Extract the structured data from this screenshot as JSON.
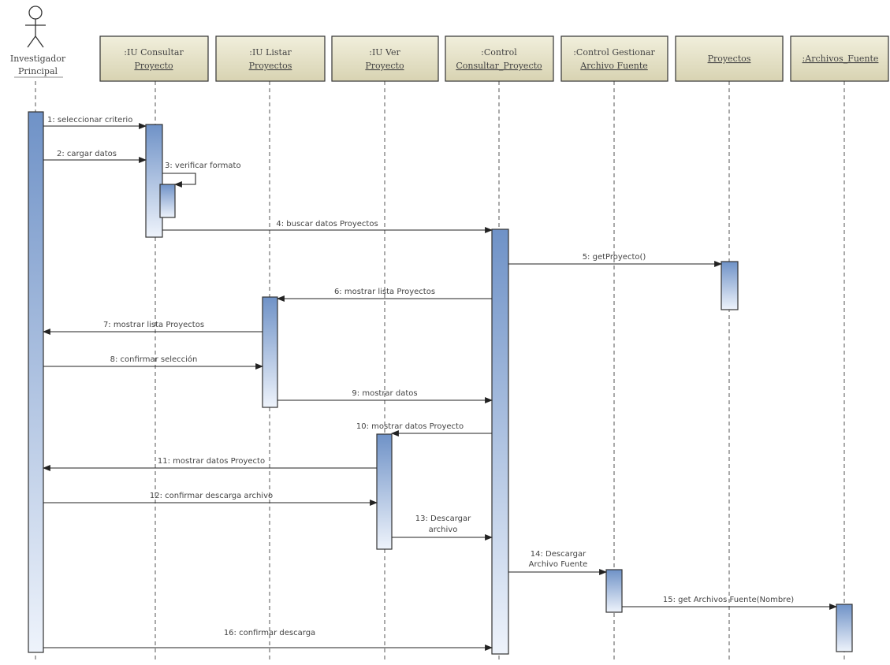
{
  "actor": {
    "name_line1": "Investigador",
    "name_line2": "Principal"
  },
  "participants": [
    {
      "line1": ":IU Consultar",
      "line2": "Proyecto"
    },
    {
      "line1": ":IU Listar",
      "line2": "Proyectos"
    },
    {
      "line1": ":IU Ver",
      "line2": "Proyecto"
    },
    {
      "line1": ":Control",
      "line2": "Consultar_Proyecto"
    },
    {
      "line1": ":Control Gestionar",
      "line2": "Archivo Fuente"
    },
    {
      "line1": "Proyectos",
      "line2": ""
    },
    {
      "line1": ":Archivos_Fuente",
      "line2": ""
    }
  ],
  "messages": [
    {
      "line1": "1: seleccionar criterio",
      "line2": ""
    },
    {
      "line1": "2: cargar datos",
      "line2": ""
    },
    {
      "line1": "3: verificar formato",
      "line2": ""
    },
    {
      "line1": "4: buscar datos Proyectos",
      "line2": ""
    },
    {
      "line1": "5: getProyecto()",
      "line2": ""
    },
    {
      "line1": "6: mostrar lista Proyectos",
      "line2": ""
    },
    {
      "line1": "7: mostrar lista Proyectos",
      "line2": ""
    },
    {
      "line1": "8: confirmar selección",
      "line2": ""
    },
    {
      "line1": "9: mostrar datos",
      "line2": ""
    },
    {
      "line1": "10: mostrar datos Proyecto",
      "line2": ""
    },
    {
      "line1": "11: mostrar datos Proyecto",
      "line2": ""
    },
    {
      "line1": "12: confirmar descarga archivo",
      "line2": ""
    },
    {
      "line1": "13: Descargar",
      "line2": "archivo"
    },
    {
      "line1": "14: Descargar",
      "line2": "Archivo Fuente"
    },
    {
      "line1": "15: get Archivos Fuente(Nombre)",
      "line2": ""
    },
    {
      "line1": "16: confirmar descarga",
      "line2": ""
    }
  ]
}
